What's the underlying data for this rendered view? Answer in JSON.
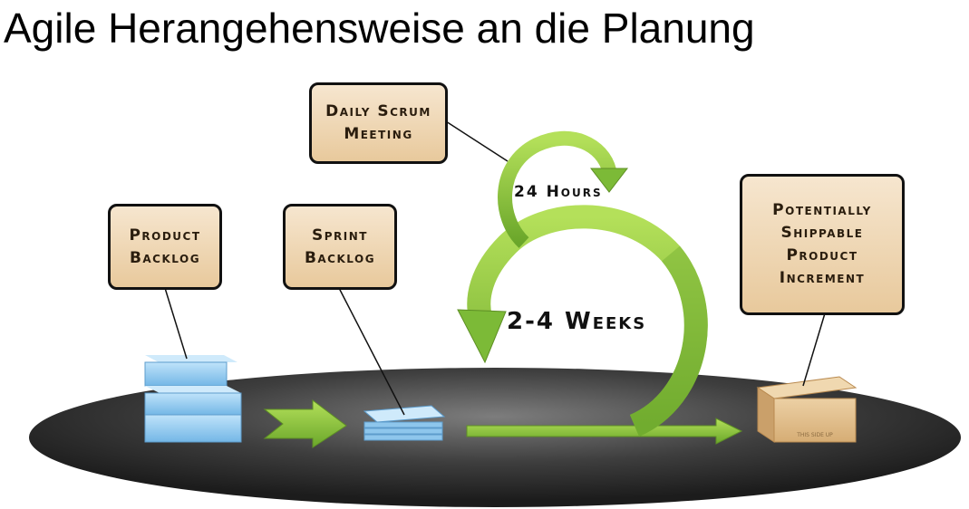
{
  "title": "Agile Herangehensweise an die Planung",
  "boxes": {
    "daily_scrum": [
      "Daily Scrum",
      "Meeting"
    ],
    "product_backlog": [
      "Product",
      "Backlog"
    ],
    "sprint_backlog": [
      "Sprint",
      "Backlog"
    ],
    "increment": [
      "Potentially",
      "Shippable",
      "Product",
      "Increment"
    ]
  },
  "cycle_labels": {
    "daily": "24 Hours",
    "sprint": "2-4 Weeks"
  },
  "box_print": "THIS SIDE UP",
  "colors": {
    "arrow_green": "#8cc63f",
    "note_fill": "#f2dcbc",
    "stack_blue": "#8ec6ec",
    "platform": "#3a3a3a",
    "shipping_box": "#e2bd8a"
  }
}
